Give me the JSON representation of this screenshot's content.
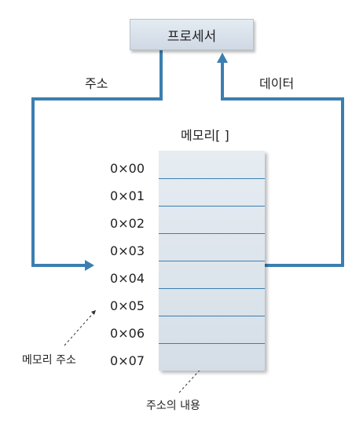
{
  "processor": {
    "label": "프로세서"
  },
  "arrows": {
    "address_label": "주소",
    "data_label": "데이터"
  },
  "memory": {
    "title": "메모리[ ]",
    "addresses": [
      "0×00",
      "0×01",
      "0×02",
      "0×03",
      "0×04",
      "0×05",
      "0×06",
      "0×07"
    ]
  },
  "annotations": {
    "memory_address": "메모리 주소",
    "address_content": "주소의 내용"
  },
  "colors": {
    "arrow": "#3b7fb0",
    "box_fill": "#dbe3eb"
  }
}
